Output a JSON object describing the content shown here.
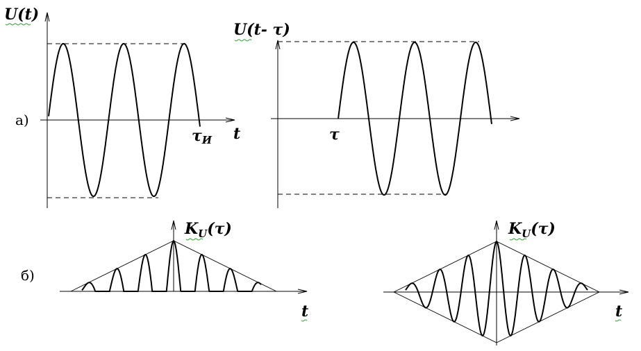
{
  "panel_a": {
    "label": "а)",
    "left": {
      "y_label": "U(t)",
      "x_label": "t",
      "tau_label": "τ",
      "tau_sub": "И"
    },
    "right": {
      "y_label": "U(t- τ)",
      "tau_label": "τ"
    }
  },
  "panel_b": {
    "label": "б)",
    "left": {
      "y_label": "K",
      "y_sub": "U",
      "y_arg": "(τ)",
      "x_label": "t"
    },
    "right": {
      "y_label": "K",
      "y_sub": "U",
      "y_arg": "(τ)",
      "x_label": "t"
    }
  }
}
